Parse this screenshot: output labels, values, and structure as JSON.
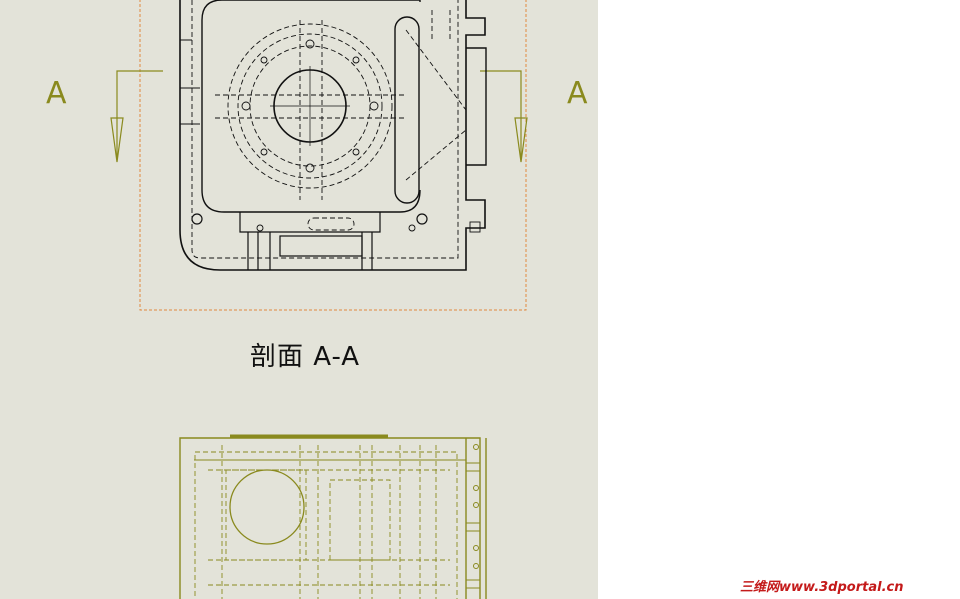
{
  "drawing": {
    "section_marker_left": "A",
    "section_marker_right": "A",
    "section_caption": "剖面 A-A"
  },
  "watermark": {
    "text": "三维网www.3dportal.cn"
  },
  "colors": {
    "sheet_background": "#e3e3d9",
    "section_line": "#8a8a1e",
    "view_boundary": "#e08a40",
    "geometry_black": "#111111",
    "geometry_olive": "#8a8a1e",
    "watermark": "#c41a1a"
  }
}
